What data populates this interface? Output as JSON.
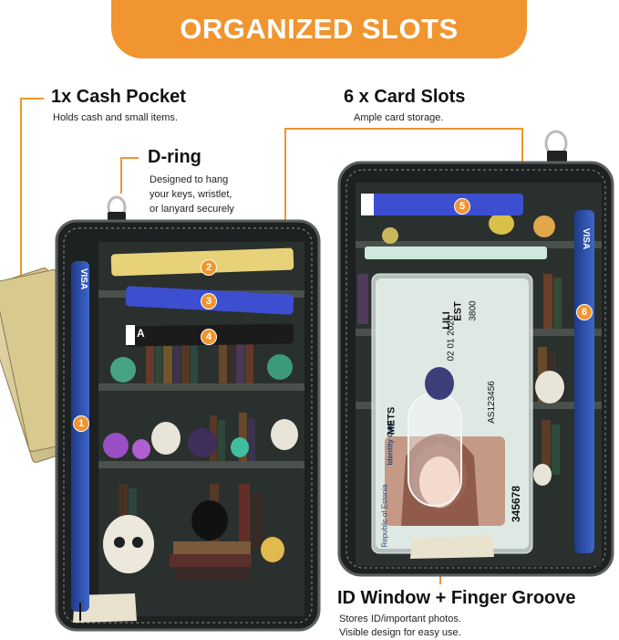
{
  "banner": {
    "title": "ORGANIZED SLOTS"
  },
  "callouts": {
    "cash": {
      "title": "1x Cash Pocket",
      "desc": "Holds cash and small items."
    },
    "dring": {
      "title": "D-ring",
      "desc_lines": [
        "Designed to hang",
        "your keys, wristlet,",
        "or lanyard securely"
      ]
    },
    "cards": {
      "title": "6 x Card Slots",
      "desc": "Ample card storage."
    },
    "id": {
      "title": "ID Window + Finger Groove",
      "desc_lines": [
        "Stores ID/important photos.",
        "Visible design for easy use."
      ]
    }
  },
  "slot_numbers": [
    "1",
    "2",
    "3",
    "4",
    "5",
    "6"
  ],
  "id_card": {
    "header": "Identity Card",
    "country": "Republic of Estonia",
    "surname": "METS",
    "given": "LILI",
    "code": "EST",
    "date": "02 01 2020",
    "doc": "AS123456",
    "number": "345678",
    "serial": "3800"
  },
  "cards_text": {
    "visa": "VISA",
    "card_a": "A"
  },
  "colors": {
    "accent": "#f0952f",
    "wallet": "#1d2122",
    "shelf": "#3a3f3c"
  }
}
